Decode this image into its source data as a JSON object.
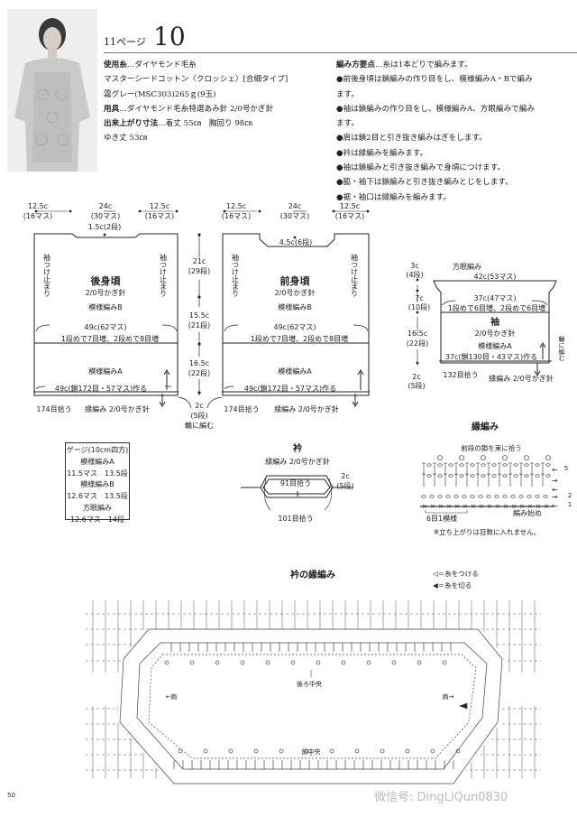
{
  "header": {
    "page_ref": "11ページ",
    "pattern_no": "10"
  },
  "materials": {
    "lines": [
      {
        "label": "使用糸",
        "text": "…ダイヤモンド毛糸"
      },
      {
        "label": "",
        "text": "マスターシードコットン〈クロッシェ〉[合細タイプ]"
      },
      {
        "label": "",
        "text": "霧グレー(MSC303)265ｇ(9玉)"
      },
      {
        "label": "用具",
        "text": "…ダイヤモンド毛糸特選あみ針 2/0号かぎ針"
      },
      {
        "label": "出来上がり寸法",
        "text": "…着丈 55㎝　胸回り 98㎝"
      },
      {
        "label": "",
        "text": "ゆき丈 53㎝"
      }
    ]
  },
  "instructions": {
    "lines": [
      {
        "label": "編み方要点",
        "text": "…糸は1本どりで編みます。"
      },
      {
        "label": "",
        "text": "●前後身頃は鎖編みの作り目をし、模様編みA・Bで編み"
      },
      {
        "label": "",
        "text": "ます。"
      },
      {
        "label": "",
        "text": "●袖は鎖編みの作り目をし、模様編みA、方眼編みで編み"
      },
      {
        "label": "",
        "text": "ます。"
      },
      {
        "label": "",
        "text": "●肩は鎖2目と引き抜き編みはぎをします。"
      },
      {
        "label": "",
        "text": "●衿は縁編みを編みます。"
      },
      {
        "label": "",
        "text": "●袖は鎖編みと引き抜き編みで身頃につけます。"
      },
      {
        "label": "",
        "text": "●脇・袖下は鎖編みと引き抜き編みとじをします。"
      },
      {
        "label": "",
        "text": "●裾・袖口は縁編みを編みます。"
      }
    ]
  },
  "back": {
    "dim_left": "12.5c",
    "dim_left_sub": "(16マス)",
    "dim_mid": "24c",
    "dim_mid_sub": "(30マス)",
    "dim_right": "12.5c",
    "dim_right_sub": "(16マス)",
    "neck": "1.5c(2段)",
    "title": "後身頃",
    "hook": "2/0号かぎ針",
    "pattern_b": "模様編みB",
    "armhole": "袖つけ止まり",
    "width": "49c(62マス)",
    "increase": "1段めで7目増、2段めで8目増",
    "pattern_a": "模様編みA",
    "cast_on": "49c(鎖172目・57マス)作る",
    "pickup": "174目拾う",
    "border": "縁編み 2/0号かぎ針"
  },
  "front": {
    "dim_left": "12.5c",
    "dim_left_sub": "(16マス)",
    "dim_mid": "24c",
    "dim_mid_sub": "(30マス)",
    "dim_right": "12.5c",
    "dim_right_sub": "(16マス)",
    "neck": "4.5c(6段)",
    "title": "前身頃",
    "hook": "2/0号かぎ針",
    "pattern_b": "模様編みB",
    "armhole": "袖つけ止まり",
    "width": "49c(62マス)",
    "increase": "1段めで7目増、2段めで8目増",
    "pattern_a": "模様編みA",
    "cast_on": "49c(鎖172目・57マス)作る",
    "pickup": "174目拾う",
    "border": "縁編み 2/0号かぎ針"
  },
  "body_height": {
    "h1": "21c",
    "h1_sub": "(29段)",
    "h2": "15.5c",
    "h2_sub": "(21段)",
    "h3": "16.5c",
    "h3_sub": "(22段)",
    "h4": "2c",
    "h4_sub": "(5段)",
    "round": "輪に編む"
  },
  "sleeve": {
    "h1": "3c",
    "h1_sub": "(4段)",
    "h2": "7c",
    "h2_sub": "(10段)",
    "h3": "16.5c",
    "h3_sub": "(22段)",
    "h4": "2c",
    "h4_sub": "(5段)",
    "mesh": "方眼編み",
    "top_width": "42c(53マス)",
    "width": "37c(47マス)",
    "increase": "1段めで6目増、2段めで6目増",
    "title": "袖",
    "hook": "2/0号かぎ針",
    "pattern_a": "模様編みA",
    "cast_on": "37c(鎖130目・43マス)作る",
    "pickup": "132目拾う",
    "border": "縁編み 2/0号かぎ針",
    "round": "輪に編む"
  },
  "gauge": {
    "lines": [
      "ゲージ(10cm四方)",
      "模様編みA",
      "11.5マス　13.5段",
      "模様編みB",
      "12.6マス　13.5段",
      "方眼編み",
      "12.6マス　14段"
    ]
  },
  "collar": {
    "title": "衿",
    "subtitle": "縁編み 2/0号かぎ針",
    "inner": "91目拾う",
    "outer": "101目拾う",
    "depth": "2c",
    "depth_sub": "(5段)"
  },
  "edging": {
    "title": "縁編み",
    "pick": "前段の鎖を束に拾う",
    "repeat": "6目1模様",
    "start": "編み始め",
    "note": "※立ち上がりは目数に入れません。",
    "rows": [
      "5",
      "2",
      "1"
    ]
  },
  "collar_edging": {
    "title": "衿の縁編み",
    "legend": [
      {
        "symbol": "◁",
        "text": "＝糸をつける"
      },
      {
        "symbol": "◀",
        "text": "＝糸を切る"
      }
    ],
    "back_center": "後ろ中央",
    "front_center": "前中央",
    "shoulder_left": "←肩",
    "shoulder_right": "肩→"
  },
  "watermark": "微信号: DingLiQun0830",
  "page_number": "50"
}
